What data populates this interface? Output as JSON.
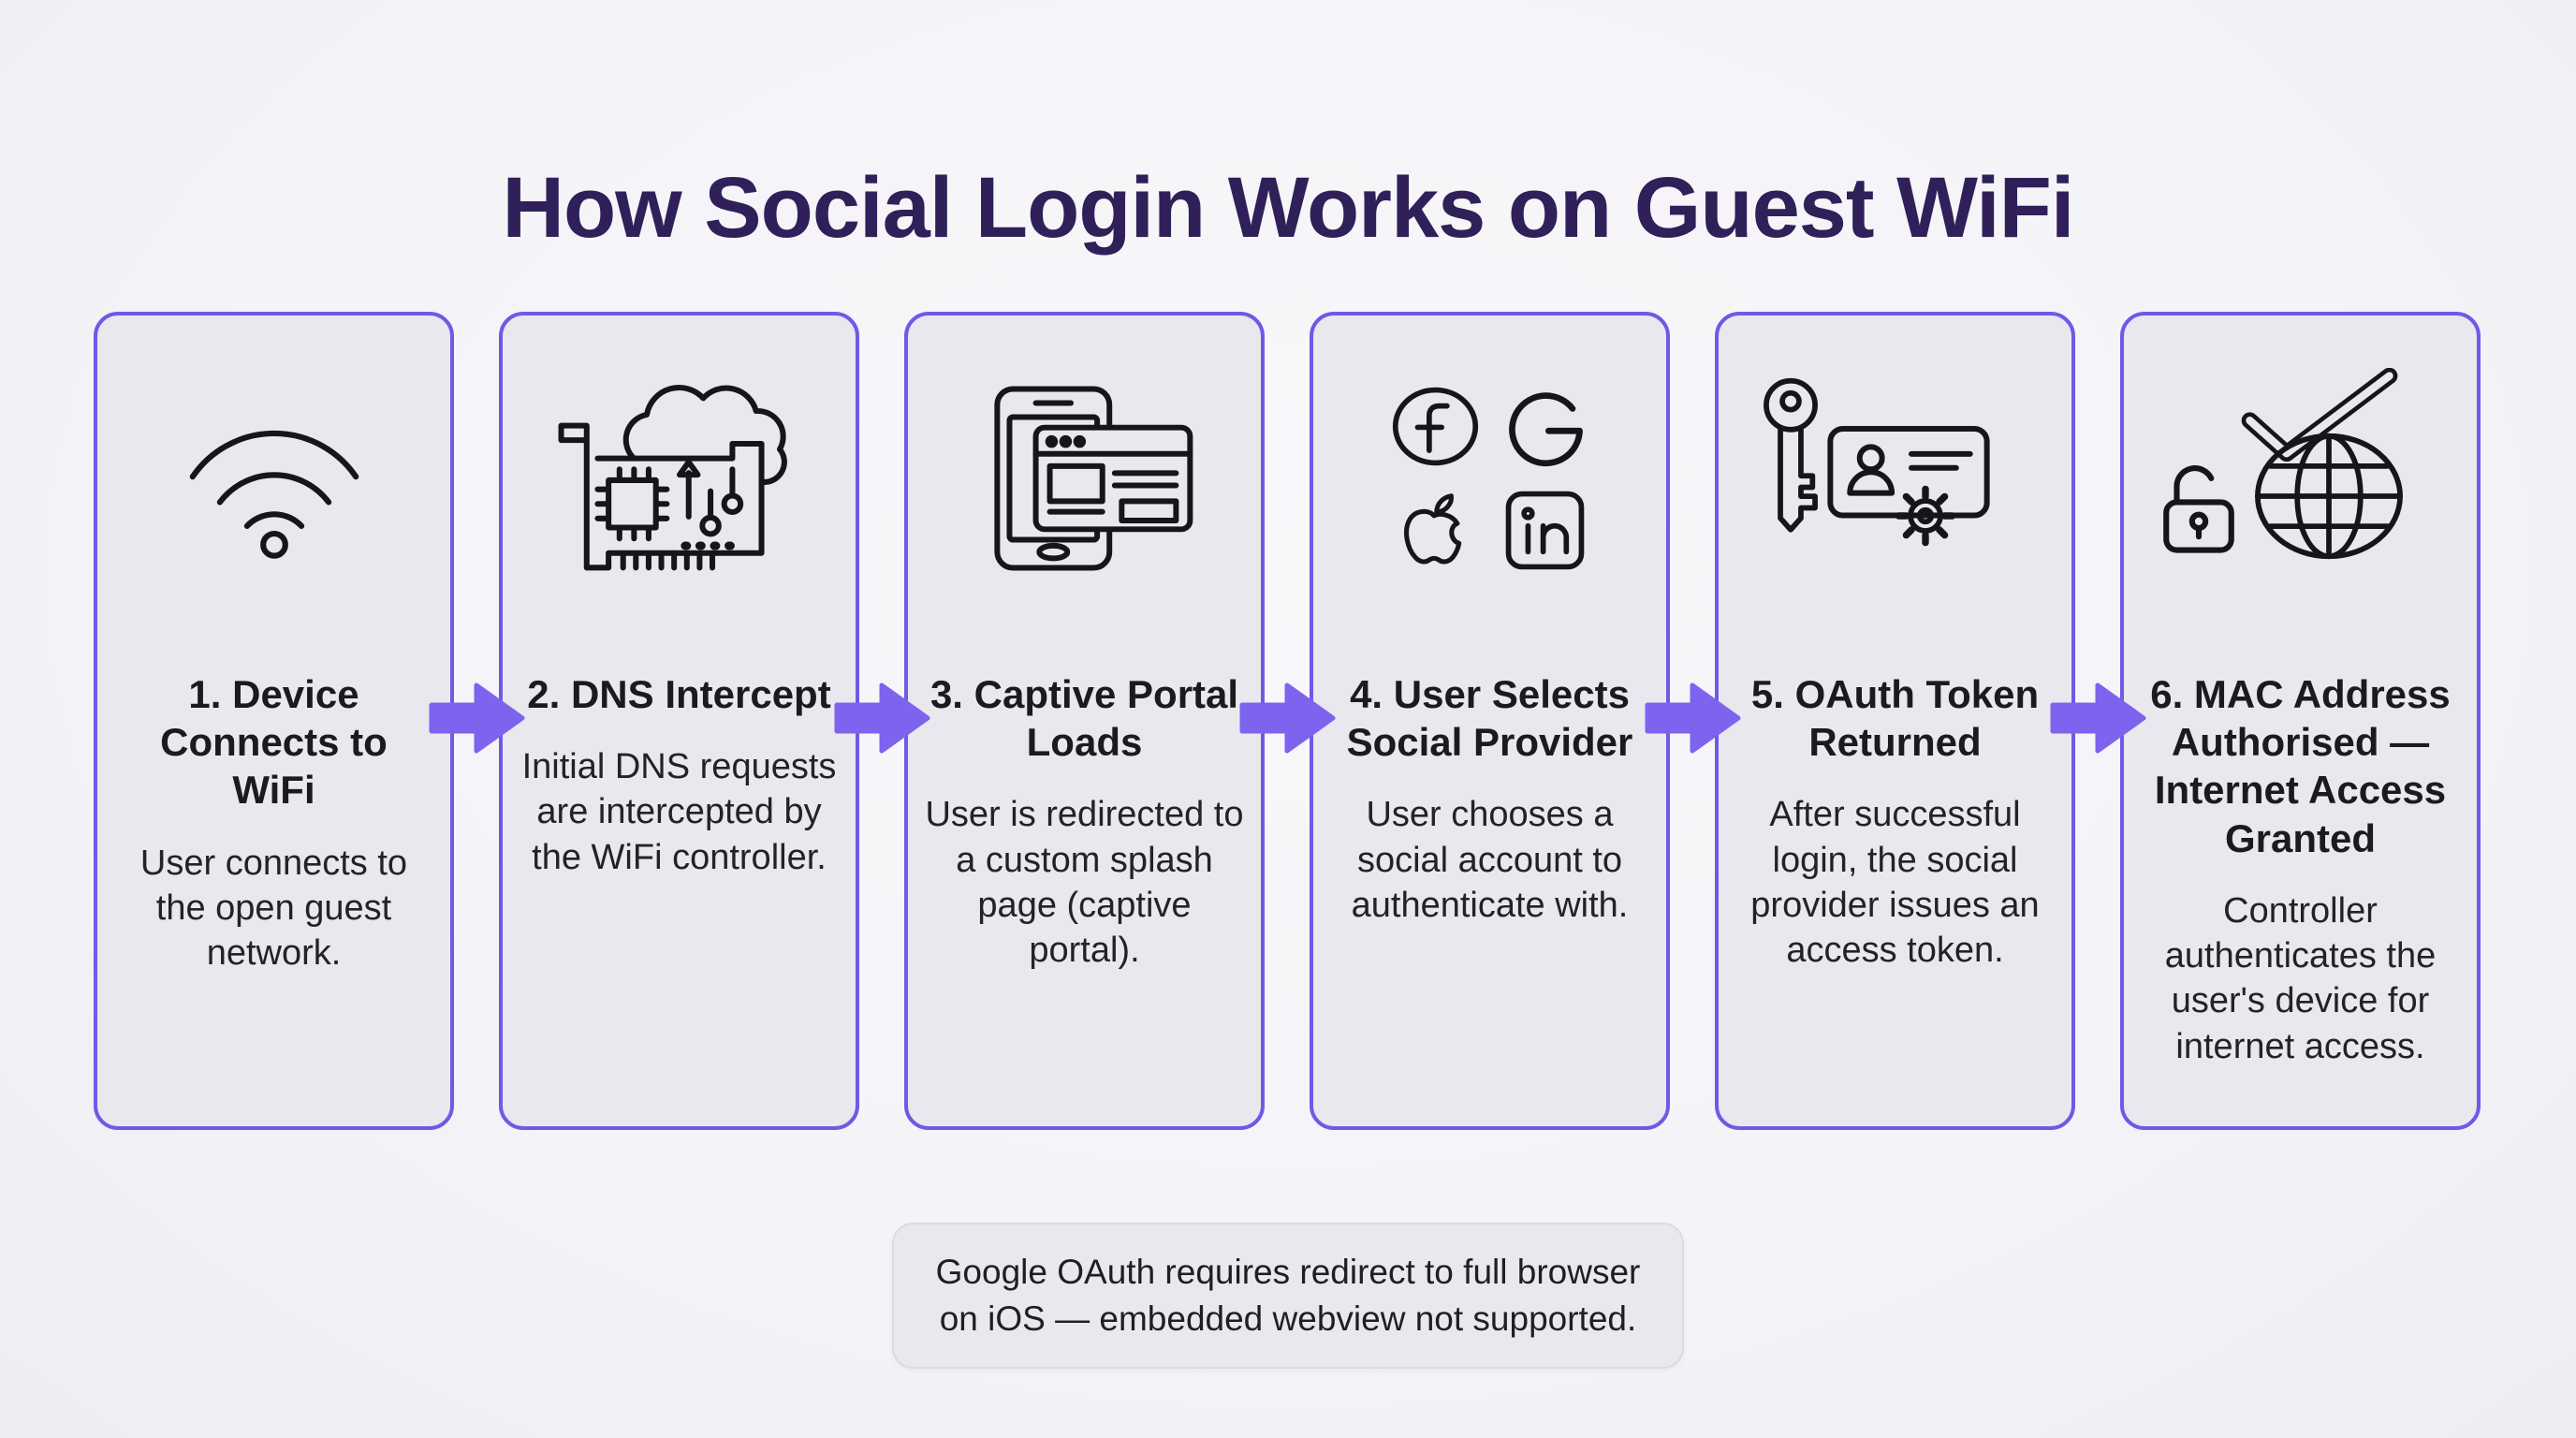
{
  "page": {
    "title": "How Social Login Works on Guest WiFi",
    "footnote": "Google OAuth requires redirect to full browser on iOS — embedded webview not supported.",
    "colors": {
      "background": "#f5f4f7",
      "card_fill": "#e9e8ee",
      "card_border": "#6e5ae6",
      "arrow": "#7d63ee",
      "title_text": "#2f205a",
      "body_text": "#232325",
      "line_art": "#161618"
    }
  },
  "steps": [
    {
      "title": "1. Device Connects to WiFi",
      "description": "User connects to the open guest network.",
      "icons": [
        "wifi-icon"
      ]
    },
    {
      "title": "2. DNS Intercept",
      "description": "Initial DNS requests are intercepted by the WiFi controller.",
      "icons": [
        "network-card-icon",
        "cloud-icon"
      ]
    },
    {
      "title": "3. Captive Portal Loads",
      "description": "User is redirected to a custom splash page (captive portal).",
      "icons": [
        "tablet-icon",
        "browser-window-icon"
      ]
    },
    {
      "title": "4. User Selects Social Provider",
      "description": "User chooses a social account to authenticate with.",
      "icons": [
        "facebook-icon",
        "google-icon",
        "apple-icon",
        "linkedin-icon"
      ]
    },
    {
      "title": "5. OAuth Token Returned",
      "description": "After successful login, the social provider issues an access token.",
      "icons": [
        "key-icon",
        "id-card-icon",
        "gear-icon"
      ]
    },
    {
      "title": "6. MAC Address Authorised — Internet Access Granted",
      "description": "Controller authenticates the user's device for internet access.",
      "icons": [
        "check-icon",
        "unlock-icon",
        "globe-icon"
      ]
    }
  ]
}
